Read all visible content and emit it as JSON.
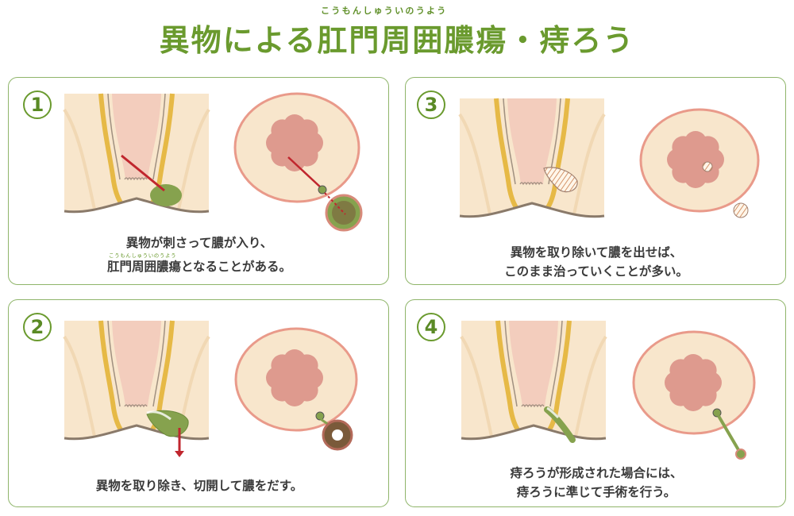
{
  "title": {
    "furigana": "こうもんしゅういのうよう",
    "text": "異物による肛門周囲膿瘍・痔ろう"
  },
  "panels": [
    {
      "number": "1",
      "lines": [
        "異物が刺さって膿が入り、",
        "肛門周囲膿瘍となることがある。"
      ],
      "furigana": "こうもんしゅういのうよう"
    },
    {
      "number": "2",
      "lines": [
        "異物を取り除き、切開して膿をだす。"
      ]
    },
    {
      "number": "3",
      "lines": [
        "異物を取り除いて膿を出せば、",
        "このまま治っていくことが多い。"
      ]
    },
    {
      "number": "4",
      "lines": [
        "痔ろうが形成された場合には、",
        "痔ろうに準じて手術を行う。"
      ]
    }
  ],
  "colors": {
    "accent": "#6a9a2e",
    "border": "#8fb56a",
    "skin": "#f8e6cc",
    "mucosa": "#f3cdbd",
    "anus_flower": "#de9a8e",
    "wall_yellow": "#e6b946",
    "pus_green": "#86a24e",
    "foreign_body_red": "#c0262e"
  }
}
